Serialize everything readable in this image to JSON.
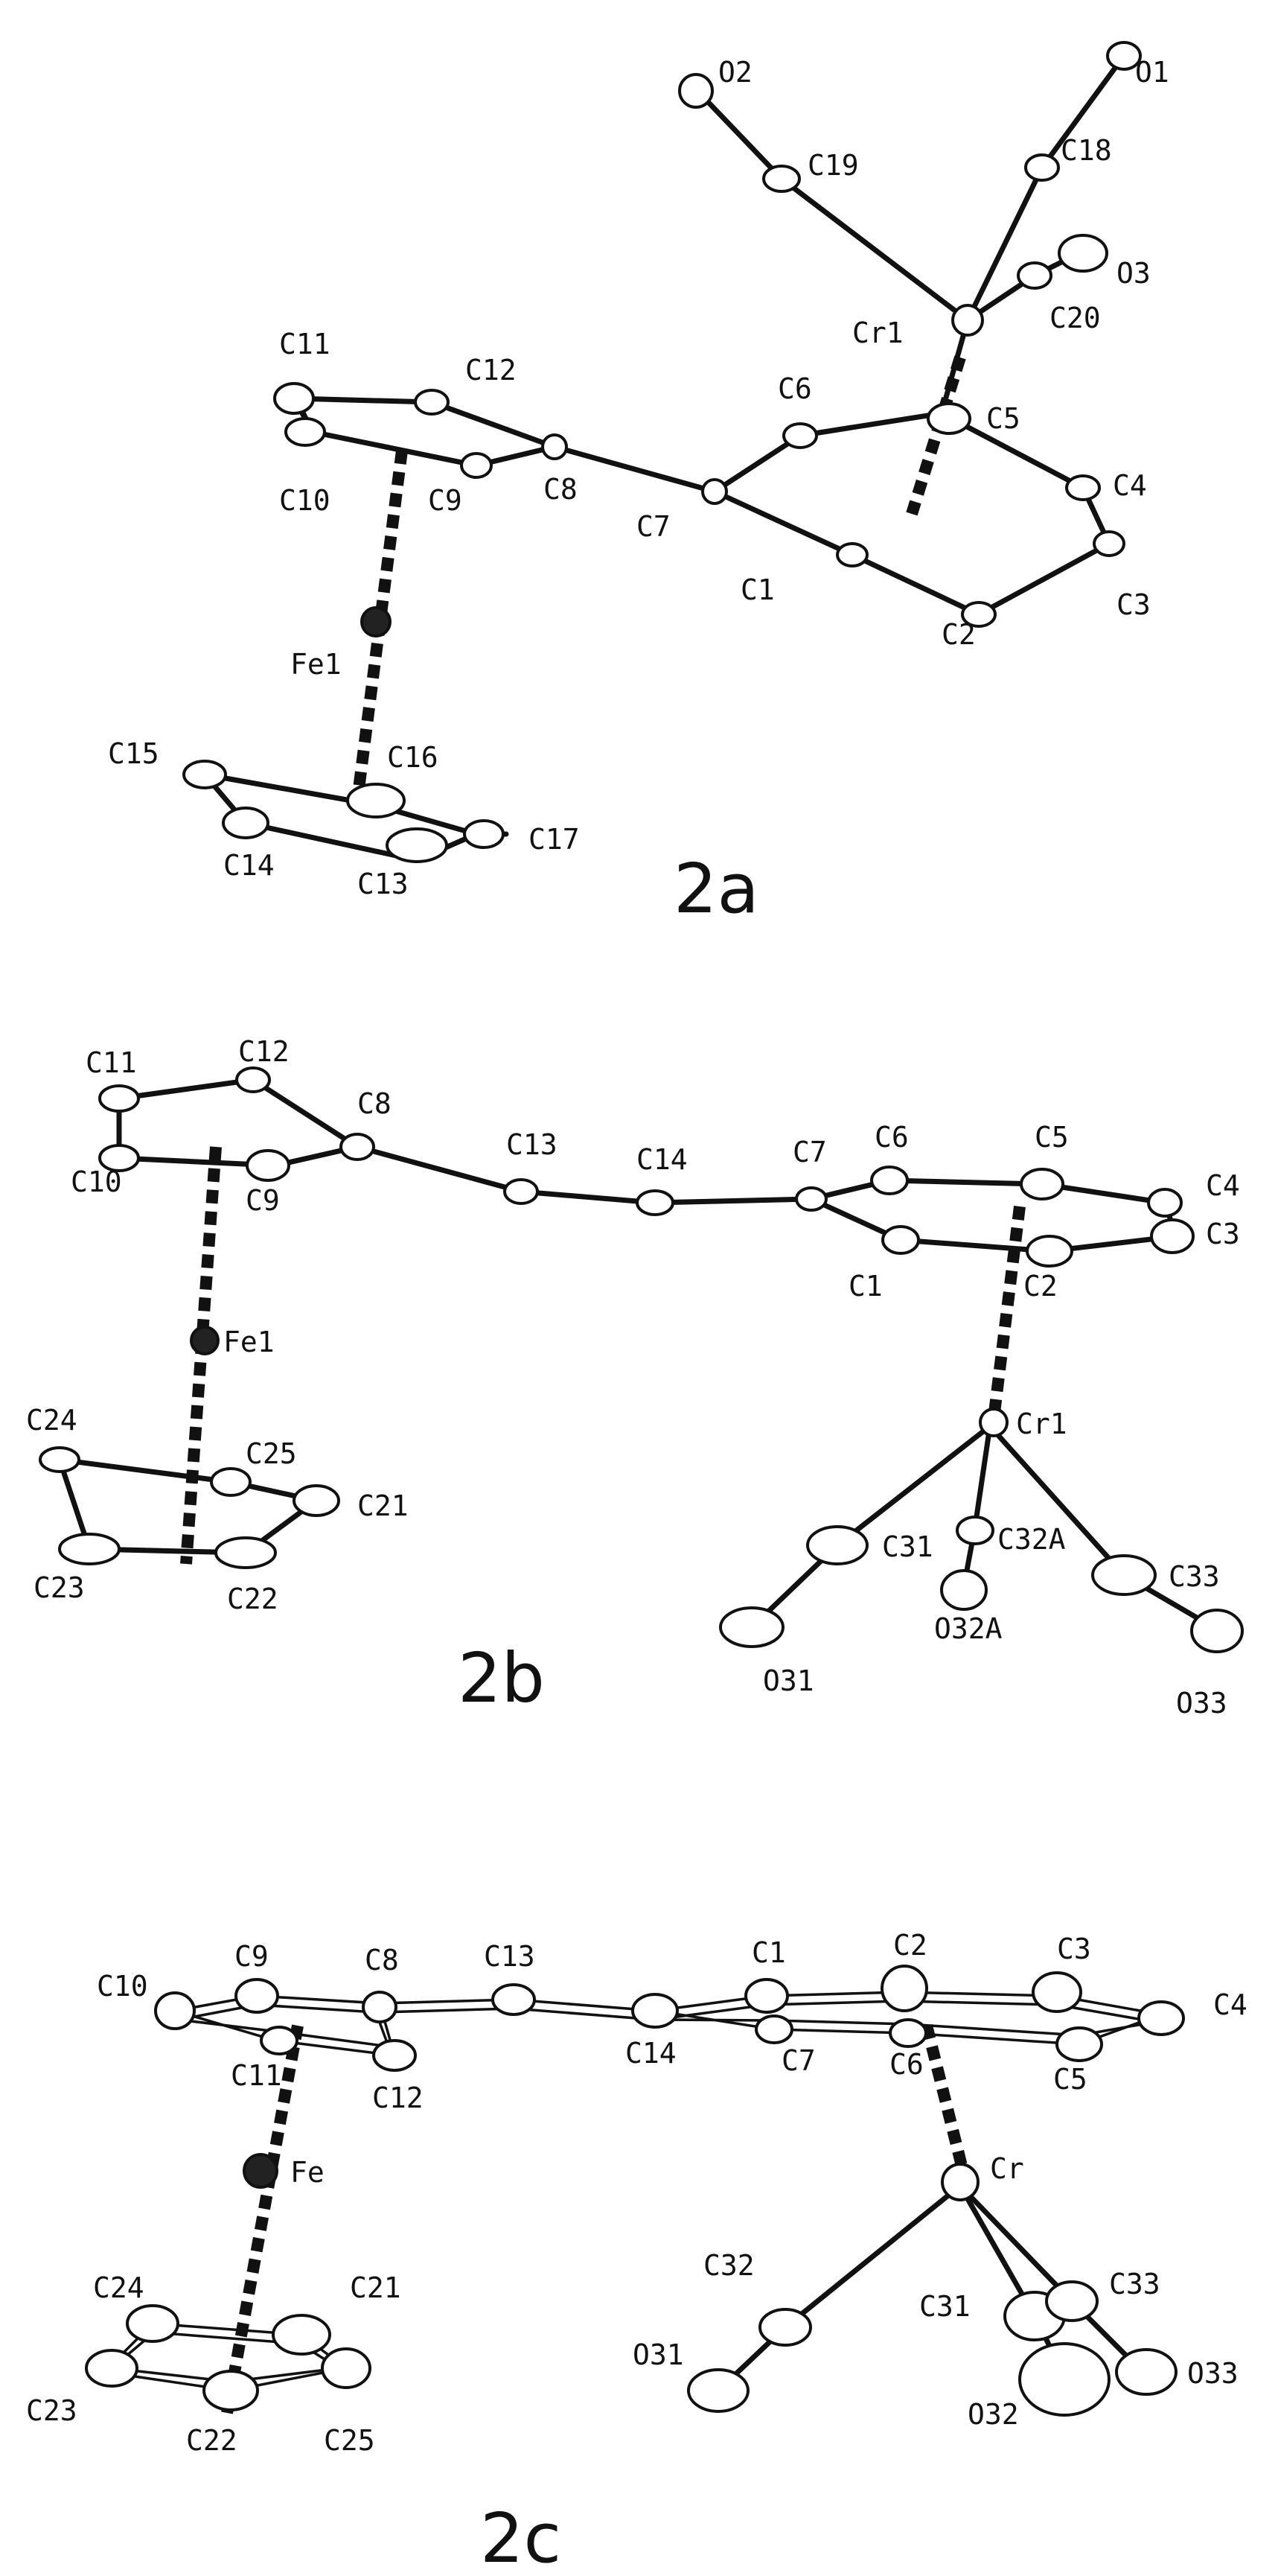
{
  "panels": [
    {
      "label": "2a",
      "atoms": [
        "C1",
        "C2",
        "C3",
        "C4",
        "C5",
        "C6",
        "C7",
        "C8",
        "C9",
        "C10",
        "C11",
        "C12",
        "C13",
        "C14",
        "C15",
        "C16",
        "C17",
        "C18",
        "C19",
        "C20",
        "Fe1",
        "Cr1",
        "O1",
        "O2",
        "O3"
      ]
    },
    {
      "label": "2b",
      "atoms": [
        "C1",
        "C2",
        "C3",
        "C4",
        "C5",
        "C6",
        "C7",
        "C8",
        "C9",
        "C10",
        "C11",
        "C12",
        "C13",
        "C14",
        "C21",
        "C22",
        "C23",
        "C24",
        "C25",
        "C31",
        "C32A",
        "C33",
        "Fe1",
        "Cr1",
        "O31",
        "O32A",
        "O33"
      ]
    },
    {
      "label": "2c",
      "atoms": [
        "C1",
        "C2",
        "C3",
        "C4",
        "C5",
        "C6",
        "C7",
        "C8",
        "C9",
        "C10",
        "C11",
        "C12",
        "C13",
        "C14",
        "C21",
        "C22",
        "C23",
        "C24",
        "C25",
        "C31",
        "C32",
        "C33",
        "Fe",
        "Cr",
        "O31",
        "O32",
        "O33"
      ]
    }
  ]
}
